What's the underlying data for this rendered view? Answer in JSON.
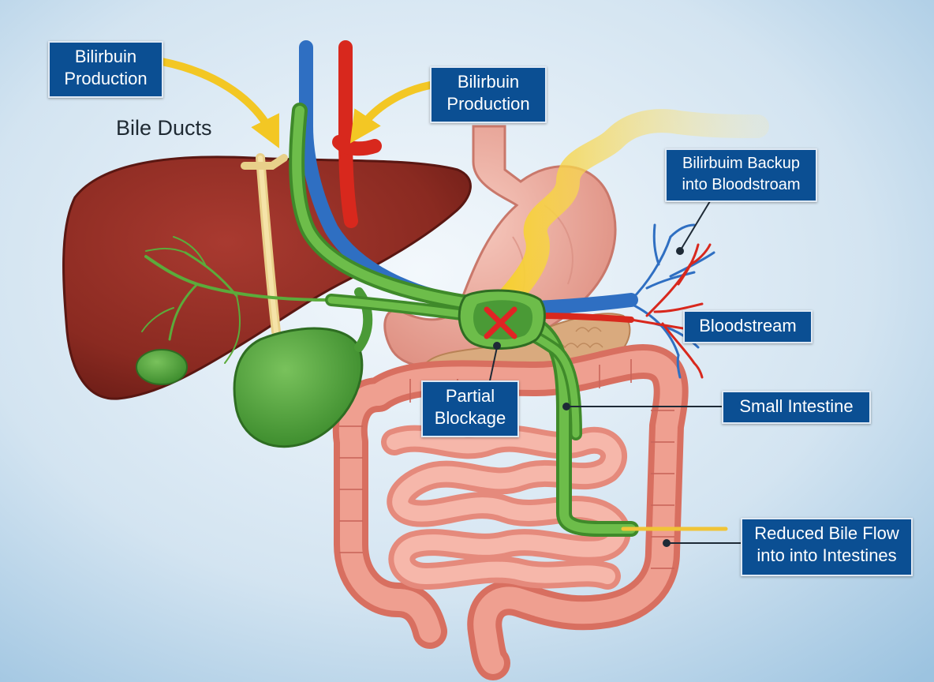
{
  "labels": {
    "bilirubin_production_left": [
      "Bilirbuin",
      "Production"
    ],
    "bilirubin_production_center": [
      "Bilirbuin",
      "Production"
    ],
    "bile_ducts": "Bile Ducts",
    "bilirubin_backup": [
      "Bilirbuim Backup",
      "into Bloodstroam"
    ],
    "bloodstream": "Bloodstream",
    "partial_blockage": [
      "Partial",
      "Blockage"
    ],
    "small_intestine": "Small Intestine",
    "reduced_bile_flow": [
      "Reduced Bile Flow",
      "into into Intestines"
    ]
  },
  "colors": {
    "label_fill": "#0b4f93",
    "background_center": "#f3f8fc",
    "background_edge": "#9cc3e0",
    "liver": "#8e2a22",
    "gallbladder": "#49a236",
    "bile_duct": "#5bab3b",
    "vein": "#2f6fc2",
    "artery": "#d8281d",
    "stomach": "#eba99c",
    "intestine": "#e58a7c",
    "colon": "#d86f60",
    "pancreas": "#d9aa7e",
    "bilirubin_arrow": "#f4cf3a",
    "blockage_mark": "#e02424"
  },
  "icons": {
    "blockage": "x-mark-icon",
    "arrows": "curved-arrow-icon"
  }
}
